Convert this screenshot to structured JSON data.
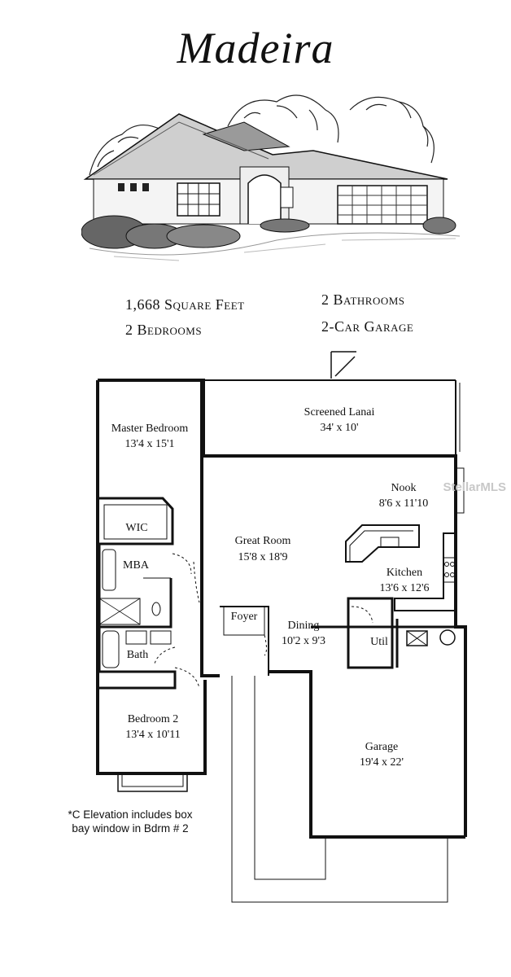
{
  "title": "Madeira",
  "stats": {
    "sqft": "1,668 Square Feet",
    "bedrooms": "2 Bedrooms",
    "bathrooms": "2 Bathrooms",
    "garage": "2-Car Garage"
  },
  "rooms": [
    {
      "id": "lanai",
      "name": "Screened Lanai",
      "size": "34' x 10'"
    },
    {
      "id": "master",
      "name": "Master Bedroom",
      "size": "13'4 x 15'1"
    },
    {
      "id": "nook",
      "name": "Nook",
      "size": "8'6 x 11'10"
    },
    {
      "id": "wic",
      "name": "WIC",
      "size": ""
    },
    {
      "id": "great",
      "name": "Great Room",
      "size": "15'8 x 18'9"
    },
    {
      "id": "mba",
      "name": "MBA",
      "size": ""
    },
    {
      "id": "kitchen",
      "name": "Kitchen",
      "size": "13'6 x 12'6"
    },
    {
      "id": "foyer",
      "name": "Foyer",
      "size": ""
    },
    {
      "id": "dining",
      "name": "Dining",
      "size": "10'2 x 9'3"
    },
    {
      "id": "bath",
      "name": "Bath",
      "size": ""
    },
    {
      "id": "util",
      "name": "Util",
      "size": ""
    },
    {
      "id": "bedroom2",
      "name": "Bedroom 2",
      "size": "13'4 x 10'11"
    },
    {
      "id": "garage",
      "name": "Garage",
      "size": "19'4 x 22'"
    }
  ],
  "note_line1": "*C Elevation includes box",
  "note_line2": "bay window in Bdrm # 2",
  "watermark": "StellarMLS"
}
